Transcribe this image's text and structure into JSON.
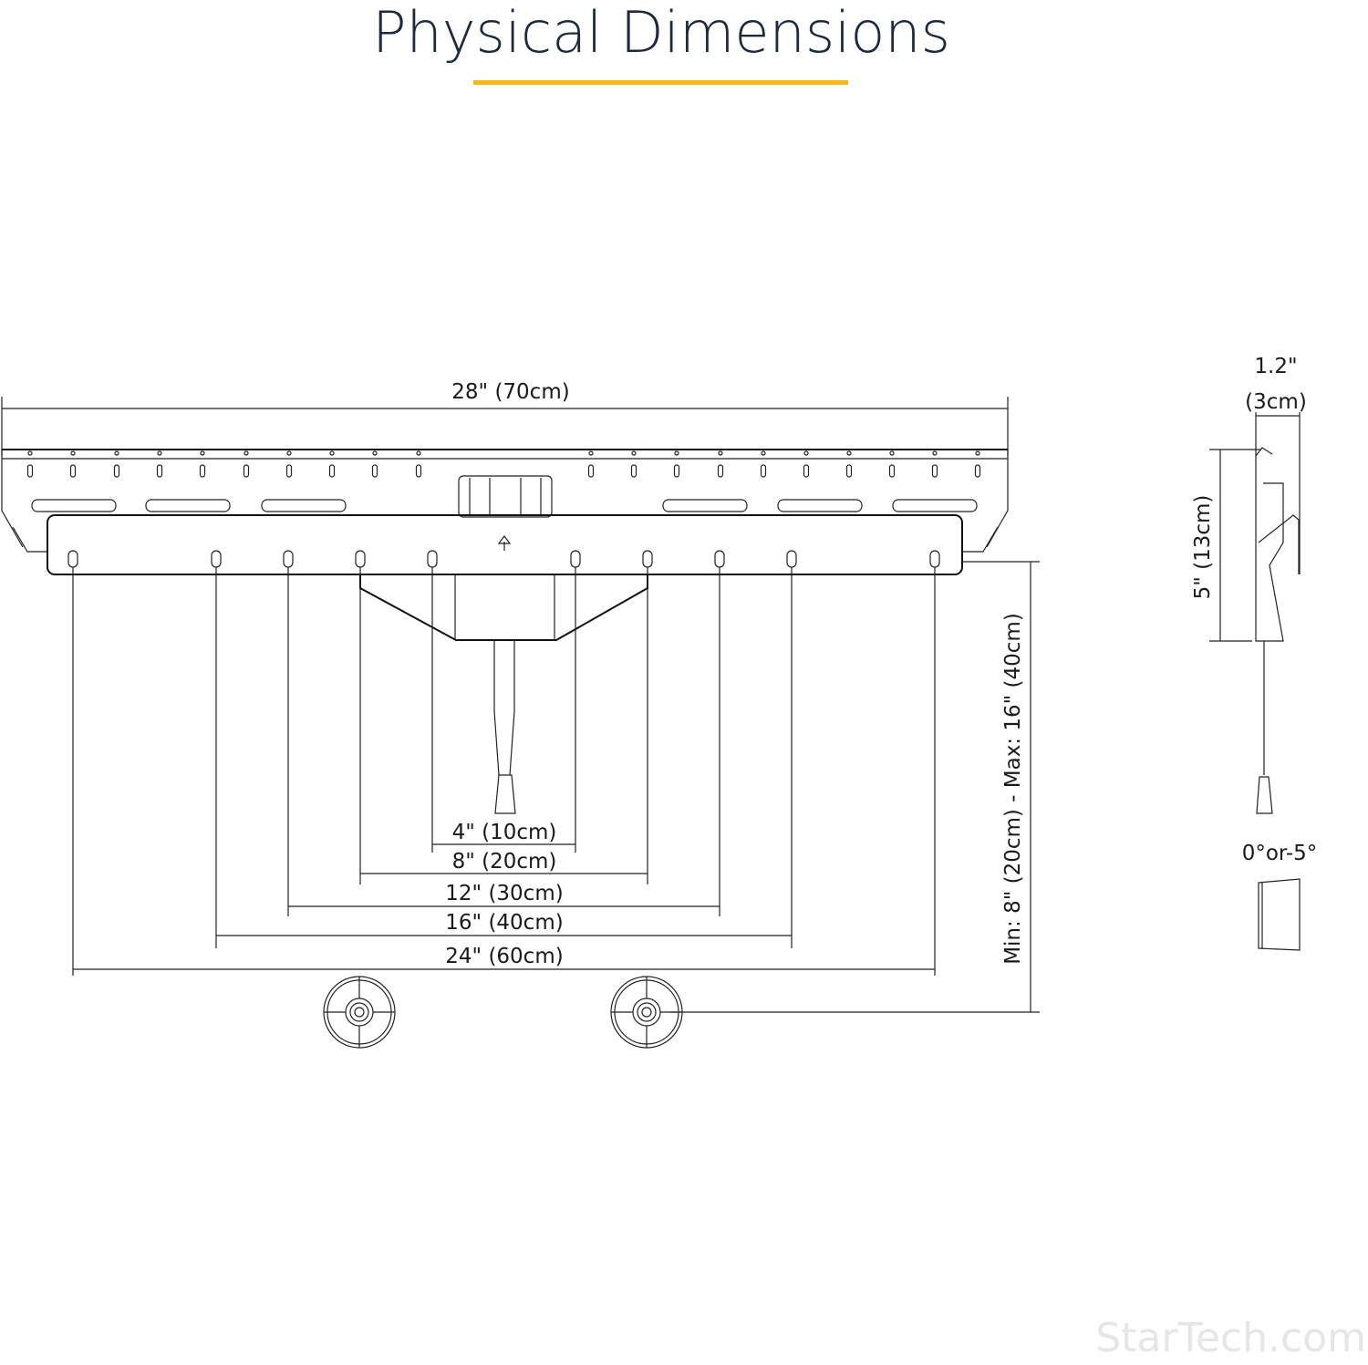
{
  "title": "Physical Dimensions",
  "accent_color": "#f2b817",
  "front_view": {
    "overall_width": "28\" (70cm)",
    "vesa_spacings": [
      "4\" (10cm)",
      "8\" (20cm)",
      "12\" (30cm)",
      "16\" (40cm)",
      "24\" (60cm)"
    ],
    "vertical_range": "Min: 8\" (20cm) - Max: 16\" (40cm)"
  },
  "side_view": {
    "depth_line1": "1.2\"",
    "depth_line2": "(3cm)",
    "height": "5\" (13cm)",
    "tilt": "0°or-5°"
  },
  "watermark": "StarTech.com"
}
